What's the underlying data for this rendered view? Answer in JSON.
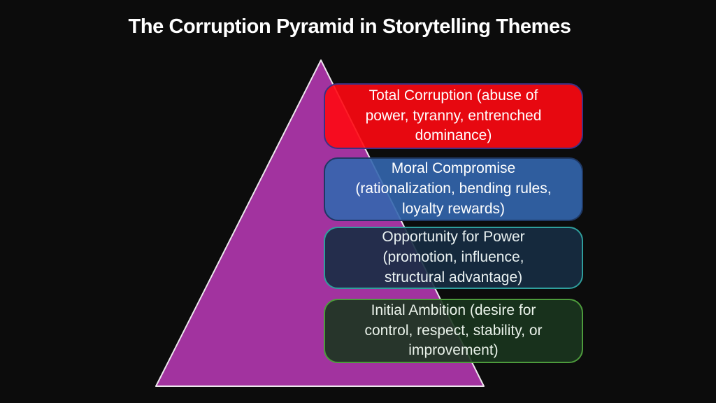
{
  "slide": {
    "title": "The Corruption Pyramid in Storytelling Themes",
    "background_color": "#0C0C0C",
    "title_color": "#FFFFFF"
  },
  "pyramid": {
    "shape": "triangle",
    "fill_color": "#A2339F",
    "stroke_color": "#EDE7ED"
  },
  "levels": [
    {
      "label": "Total Corruption (abuse of\npower, tyranny, entrenched\ndominance)",
      "fill_color": "rgba(255,8,17,0.9)",
      "border_color": "#3D3184",
      "text_color": "#FFFFFF"
    },
    {
      "label": "Moral Compromise\n(rationalization, bending rules,\nloyalty rewards)",
      "fill_color": "rgba(51,102,174,0.9)",
      "border_color": "#1F3864",
      "text_color": "#FFFFFF"
    },
    {
      "label": "Opportunity for Power\n(promotion, influence,\nstructural advantage)",
      "fill_color": "rgba(22,44,66,0.9)",
      "border_color": "#2F9E9C",
      "text_color": "#EAF2F2"
    },
    {
      "label": "Initial Ambition (desire for\ncontrol, respect, stability, or\nimprovement)",
      "fill_color": "rgba(25,53,30,0.9)",
      "border_color": "#4D9B3C",
      "text_color": "#EAF2EA"
    }
  ]
}
